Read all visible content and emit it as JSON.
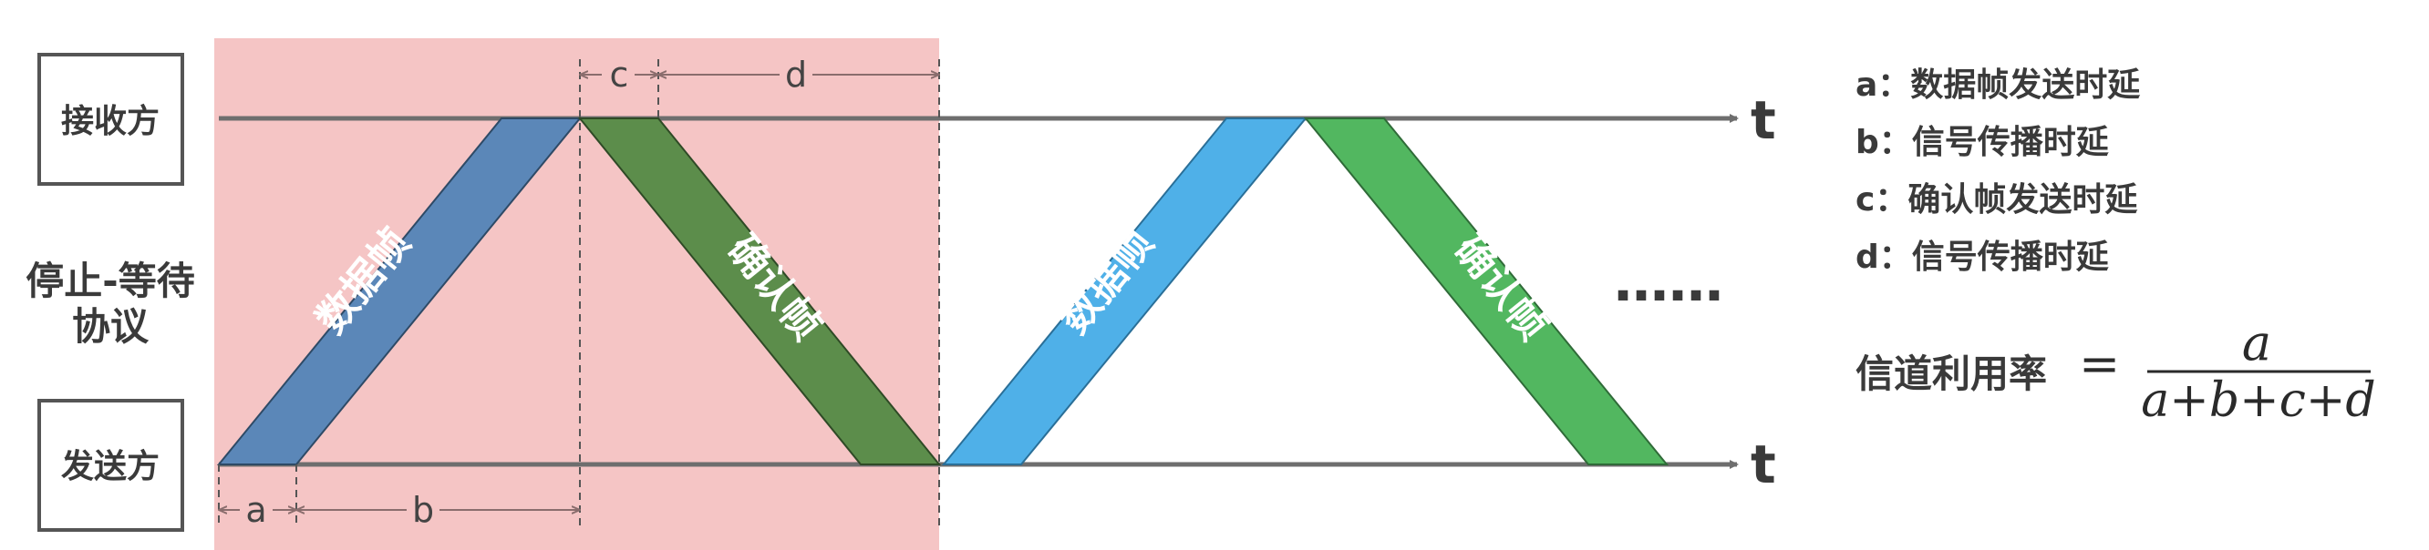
{
  "labels": {
    "receiver": "接收方",
    "sender": "发送方",
    "protocol_line1": "停止-等待",
    "protocol_line2": "协议",
    "time_axis": "t",
    "ellipsis": "……"
  },
  "bands": {
    "data_frame": "数据帧",
    "ack_frame": "确认帧"
  },
  "dimensions": {
    "a": "a",
    "b": "b",
    "c": "c",
    "d": "d"
  },
  "legend": [
    {
      "key": "a：",
      "text": "数据帧发送时延"
    },
    {
      "key": "b：",
      "text": "信号传播时延"
    },
    {
      "key": "c：",
      "text": "确认帧发送时延"
    },
    {
      "key": "d：",
      "text": "信号传播时延"
    }
  ],
  "formula": {
    "label": "信道利用率",
    "equals": "=",
    "numerator": "a",
    "denominator": "a+b+c+d"
  },
  "colors": {
    "highlight": "#f5c5c5",
    "data_band_dark": "#5b87b8",
    "ack_band_dark": "#5c8d4b",
    "data_band_light": "#4fb0e8",
    "ack_band_light": "#52b760",
    "axis": "#6e6e6e"
  }
}
